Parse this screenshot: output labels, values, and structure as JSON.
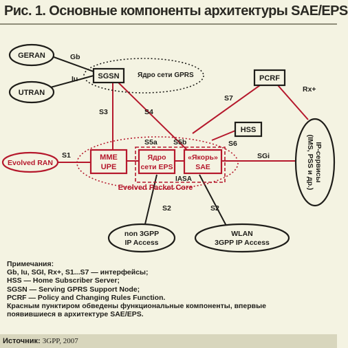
{
  "title": "Рис. 1. Основные компоненты архитектуры SAE/EPS",
  "diagram": {
    "nodes": {
      "geran": "GERAN",
      "utran": "UTRAN",
      "sgsn": "SGSN",
      "gprs_core": "Ядро сети GPRS",
      "pcrf": "PCRF",
      "hss": "HSS",
      "evolved_ran": "Evolved RAN",
      "mme_line1": "MME",
      "mme_line2": "UPE",
      "eps_core_line1": "Ядро",
      "eps_core_line2": "сети EPS",
      "anchor_line1": "«Якорь»",
      "anchor_line2": "SAE",
      "iasa": "IASA",
      "epc": "Evolved Packet Core",
      "ip_services_line1": "IP-сервисы",
      "ip_services_line2": "(IMS, PSS и др.)",
      "non3gpp_line1": "non 3GPP",
      "non3gpp_line2": "IP Access",
      "wlan_line1": "WLAN",
      "wlan_line2": "3GPP IP Access"
    },
    "interfaces": {
      "gb": "Gb",
      "iu": "Iu",
      "s1": "S1",
      "s3": "S3",
      "s4": "S4",
      "s5a": "S5a",
      "s5b": "S5b",
      "s6": "S6",
      "s7": "S7",
      "sgi": "SGi",
      "rx": "Rx+",
      "s2_left": "S2",
      "s2_right": "S2"
    },
    "colors": {
      "red": "#b5182c",
      "black": "#1e1d19"
    }
  },
  "notes": {
    "heading": "Примечания:",
    "lines": [
      "Gb, Iu, SGI, Rx+, S1...S7 — интерфейсы;",
      "HSS — Home Subscriber Server;",
      "SGSN — Serving GPRS Support Node;",
      "PCRF — Policy and Changing Rules Function.",
      "Красным пунктиром обведены функциональные компоненты, впервые",
      "появившиеся в архитектуре SAE/EPS."
    ]
  },
  "source": {
    "label": "Источник:",
    "text": "3GPP, 2007"
  }
}
